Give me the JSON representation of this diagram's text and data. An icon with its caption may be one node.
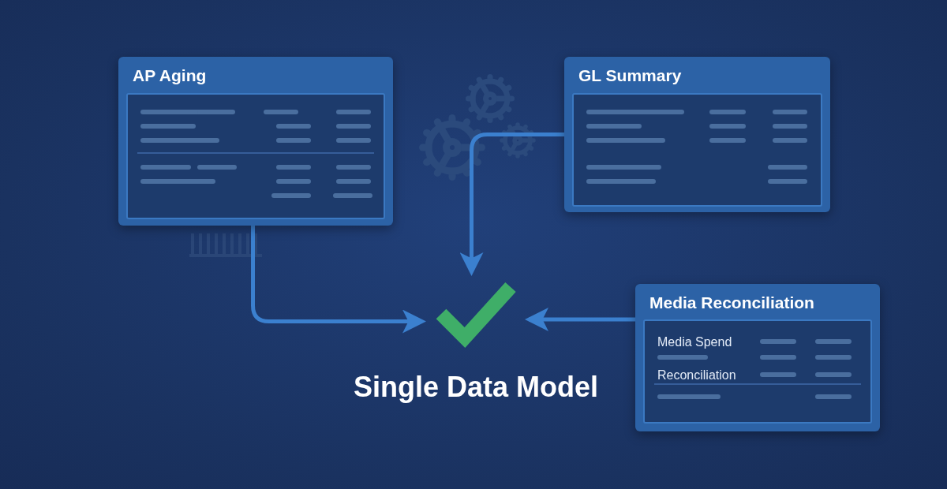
{
  "diagram": {
    "nodes": [
      {
        "text": [
          "AP Aging"
        ]
      },
      {
        "text": [
          "GL Summary"
        ]
      },
      {
        "text": [
          "Media Reconciliation",
          "Media Spend",
          "Reconciliation"
        ]
      },
      {
        "text": [],
        "shape": "picture"
      }
    ],
    "edges": [
      {
        "from": 0,
        "to": 3,
        "arrow": "to"
      },
      {
        "from": 1,
        "to": 3,
        "arrow": "to"
      },
      {
        "from": 2,
        "to": 3,
        "arrow": "to"
      }
    ],
    "labels": [
      "Single Data Model"
    ]
  }
}
